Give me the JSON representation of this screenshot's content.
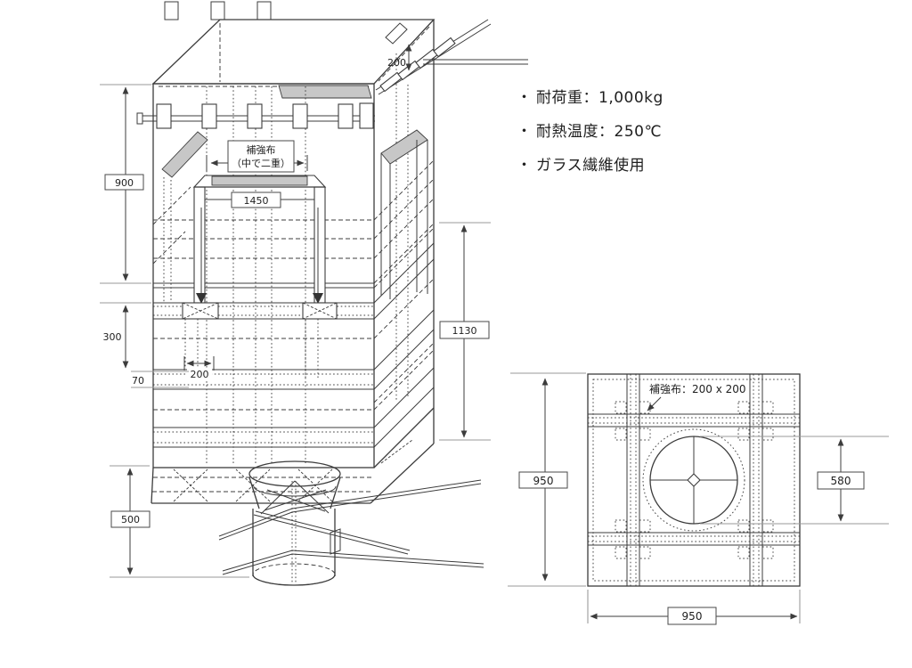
{
  "colors": {
    "line": "#3c3c3c",
    "ref_line": "#9a9a9a",
    "patch_gray": "#c7c7c7",
    "text": "#1e1e1e",
    "background": "#ffffff"
  },
  "specs": {
    "items": [
      {
        "bullet": "・",
        "text": "耐荷重：1,000kg"
      },
      {
        "bullet": "・",
        "text": "耐熱温度：250℃"
      },
      {
        "bullet": "・",
        "text": "ガラス繊維使用"
      }
    ]
  },
  "front_view": {
    "dims": {
      "top_offset": "200",
      "upper_height": "900",
      "mid_height": "300",
      "band_height": "70",
      "strap_width": "200",
      "spout_length": "500",
      "opening_width": "1450",
      "side_height": "1130"
    },
    "reinforcement": {
      "line1": "補強布",
      "line2": "（中で二重）"
    }
  },
  "top_view": {
    "dims": {
      "overall_height": "950",
      "overall_width": "950",
      "opening_diameter": "580"
    },
    "reinforcement_note": "補強布：200 x 200"
  }
}
